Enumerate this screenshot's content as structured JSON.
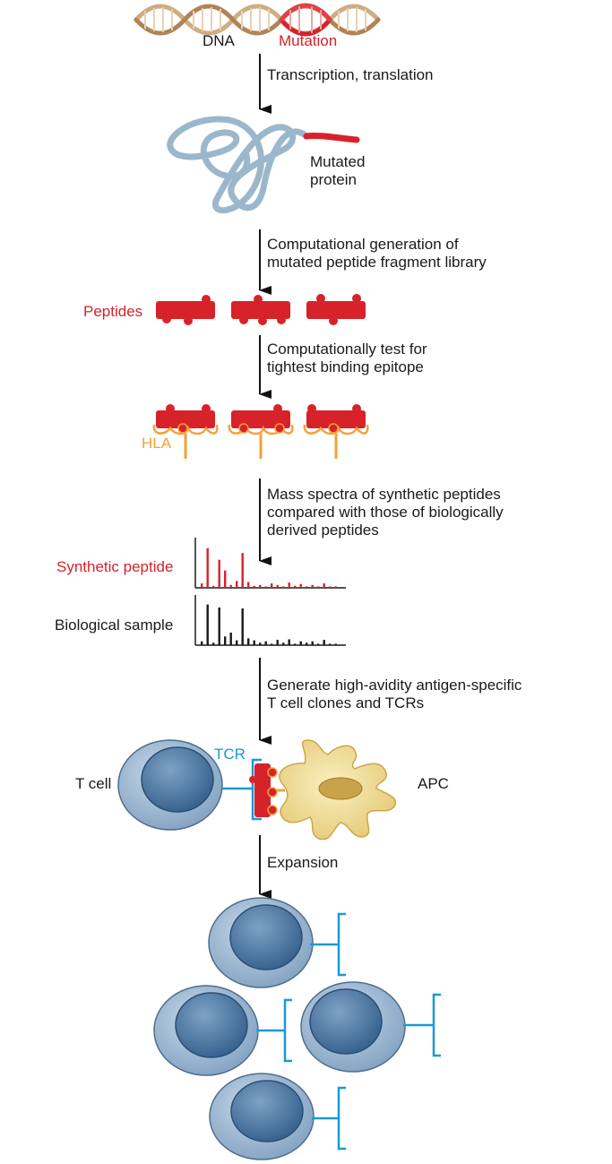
{
  "dna": {
    "dna_label": "DNA",
    "mutation_label": "Mutation"
  },
  "steps": {
    "transcription": "Transcription, translation",
    "computational_line1": "Computational generation of",
    "computational_line2": "mutated peptide fragment library",
    "test_line1": "Computationally test for",
    "test_line2": "tightest binding epitope",
    "mass_line1": "Mass spectra of synthetic peptides",
    "mass_line2": "compared with those of biologically",
    "mass_line3": "derived peptides",
    "generate_line1": "Generate high-avidity antigen-specific",
    "generate_line2": "T cell clones and TCRs",
    "expansion": "Expansion"
  },
  "labels": {
    "protein_line1": "Mutated",
    "protein_line2": "protein",
    "peptides": "Peptides",
    "hla": "HLA",
    "synthetic": "Synthetic peptide",
    "biological": "Biological sample",
    "tcr": "TCR",
    "tcell": "T cell",
    "apc": "APC"
  },
  "colors": {
    "mutation_red": "#d7222a",
    "hla_orange": "#f2a23a",
    "tcr_cyan": "#1a9ad6",
    "protein_blue": "#9bb7cc",
    "cell_blue": "#4f79a3",
    "apc_yellow": "#eedb8f"
  },
  "chart_data": [
    {
      "type": "bar",
      "name": "synthetic-spectrum",
      "values": [
        9,
        82,
        4,
        58,
        36,
        6,
        14,
        72,
        12,
        4,
        6,
        3,
        9,
        6,
        3,
        11,
        4,
        8,
        3,
        6,
        3,
        9,
        3,
        3
      ],
      "color": "#d7222a"
    },
    {
      "type": "bar",
      "name": "biological-spectrum",
      "values": [
        8,
        84,
        5,
        78,
        18,
        26,
        10,
        76,
        14,
        10,
        5,
        8,
        3,
        11,
        5,
        12,
        3,
        8,
        5,
        8,
        3,
        11,
        3,
        3
      ],
      "color": "#1a1a1a"
    }
  ]
}
